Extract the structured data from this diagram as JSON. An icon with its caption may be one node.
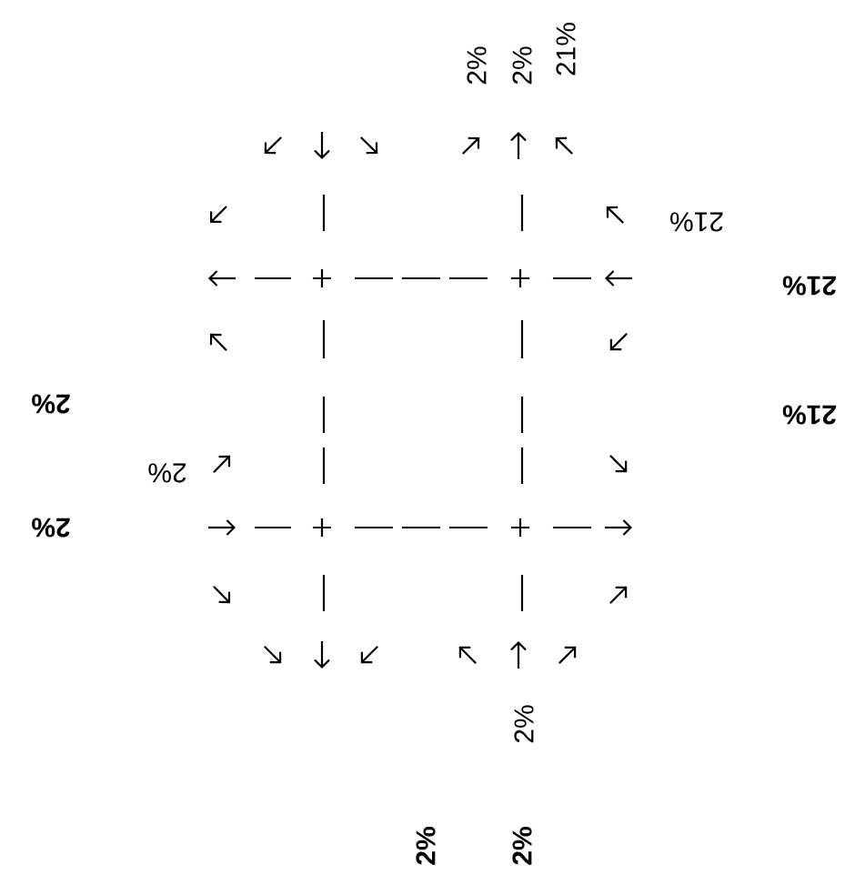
{
  "diagram": {
    "labels": [
      "2%",
      "2%",
      "21%",
      "21%",
      "21%",
      "2%",
      "21%",
      "2%",
      "2%",
      "2%",
      "2%",
      "2%"
    ]
  }
}
